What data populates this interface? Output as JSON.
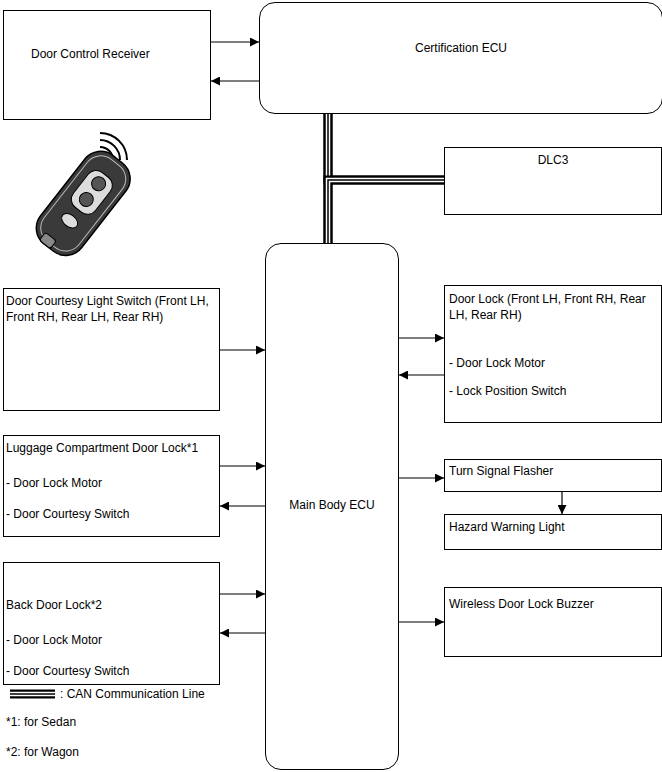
{
  "diagram": {
    "nodes": [
      {
        "text": [
          "Door Control Receiver"
        ]
      },
      {
        "text": [
          "Certification ECU"
        ]
      },
      {
        "text": [
          "DLC3"
        ]
      },
      {
        "text": [
          "Main Body ECU"
        ]
      },
      {
        "text": [
          "Door Courtesy Light Switch (Front LH, Front RH, Rear LH, Rear RH)"
        ]
      },
      {
        "text": [
          "Door Lock (Front LH, Front RH, Rear LH, Rear RH)",
          "- Door Lock Motor",
          "- Lock Position Switch"
        ]
      },
      {
        "text": [
          "Luggage Compartment Door Lock*1",
          "- Door Lock Motor",
          "- Door Courtesy Switch"
        ]
      },
      {
        "text": [
          "Turn Signal Flasher"
        ]
      },
      {
        "text": [
          "Hazard Warning Light"
        ]
      },
      {
        "text": [
          "Back Door Lock*2",
          "- Door Lock Motor",
          "- Door Courtesy Switch"
        ]
      },
      {
        "text": [
          "Wireless Door Lock Buzzer"
        ]
      }
    ],
    "edges": [
      {
        "from": 0,
        "to": 1,
        "arrow": "to"
      },
      {
        "from": 1,
        "to": 0,
        "arrow": "to"
      },
      {
        "from": 1,
        "to": 3,
        "arrow": "none"
      },
      {
        "from": 1,
        "to": 2,
        "arrow": "none"
      },
      {
        "from": 3,
        "to": 2,
        "arrow": "none"
      },
      {
        "from": 4,
        "to": 3,
        "arrow": "to"
      },
      {
        "from": 3,
        "to": 5,
        "arrow": "to"
      },
      {
        "from": 5,
        "to": 3,
        "arrow": "to"
      },
      {
        "from": 6,
        "to": 3,
        "arrow": "to"
      },
      {
        "from": 3,
        "to": 6,
        "arrow": "to"
      },
      {
        "from": 3,
        "to": 7,
        "arrow": "to"
      },
      {
        "from": 7,
        "to": 8,
        "arrow": "to"
      },
      {
        "from": 9,
        "to": 3,
        "arrow": "to"
      },
      {
        "from": 3,
        "to": 9,
        "arrow": "to"
      },
      {
        "from": 3,
        "to": 10,
        "arrow": "to"
      }
    ],
    "labels": [
      "*1: for Sedan",
      "*2: for Wagon"
    ],
    "legend": [
      {
        "text": ": CAN Communication Line"
      }
    ]
  }
}
